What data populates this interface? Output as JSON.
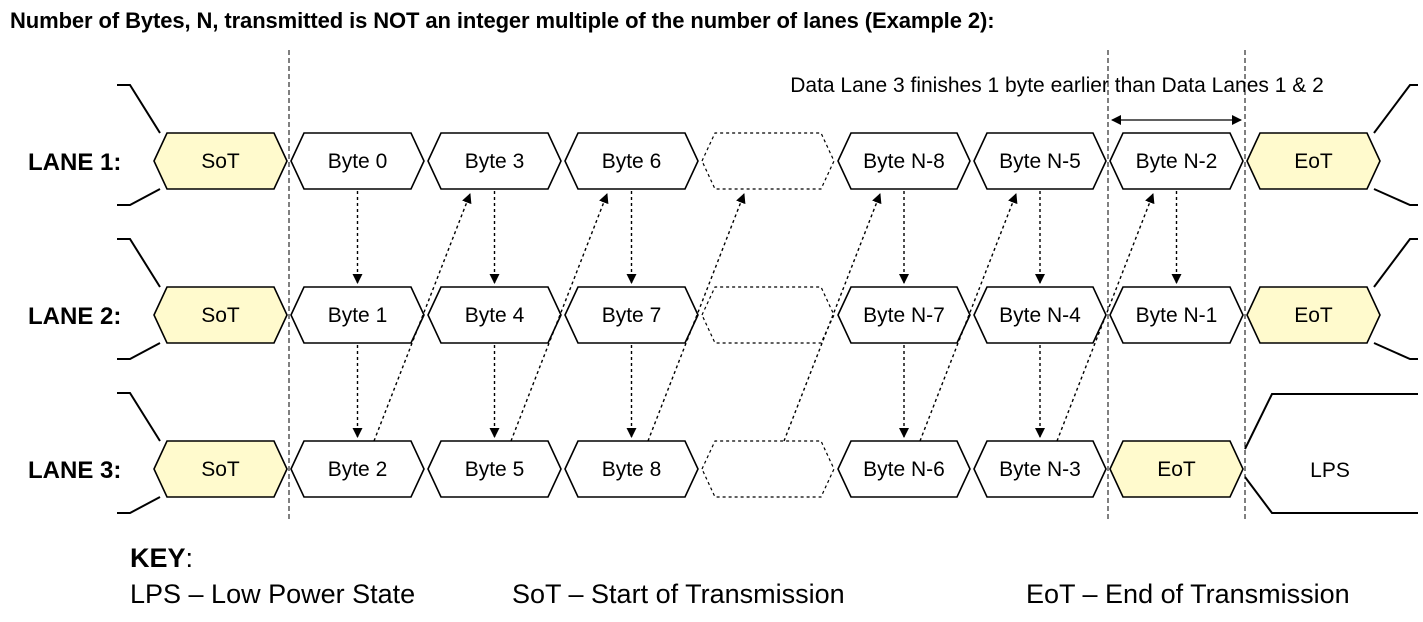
{
  "title": "Number of Bytes, N, transmitted is NOT an integer multiple of the number of lanes (Example 2):",
  "annotation": "Data Lane 3 finishes 1 byte earlier than Data Lanes 1 & 2",
  "lanes": [
    {
      "label": "LANE 1:",
      "cells": [
        "SoT",
        "Byte 0",
        "Byte 3",
        "Byte 6",
        "",
        "Byte N-8",
        "Byte N-5",
        "Byte N-2",
        "EoT"
      ]
    },
    {
      "label": "LANE 2:",
      "cells": [
        "SoT",
        "Byte 1",
        "Byte 4",
        "Byte 7",
        "",
        "Byte N-7",
        "Byte N-4",
        "Byte N-1",
        "EoT"
      ]
    },
    {
      "label": "LANE 3:",
      "cells": [
        "SoT",
        "Byte 2",
        "Byte 5",
        "Byte 8",
        "",
        "Byte N-6",
        "Byte N-3",
        "EoT"
      ],
      "trailing": "LPS"
    }
  ],
  "key": {
    "heading": "KEY",
    "items": [
      "LPS – Low Power State",
      "SoT – Start of Transmission",
      "EoT – End of Transmission"
    ]
  },
  "colors": {
    "highlight": "#FFFACD",
    "stroke": "#000000",
    "fill": "#FFFFFF"
  }
}
